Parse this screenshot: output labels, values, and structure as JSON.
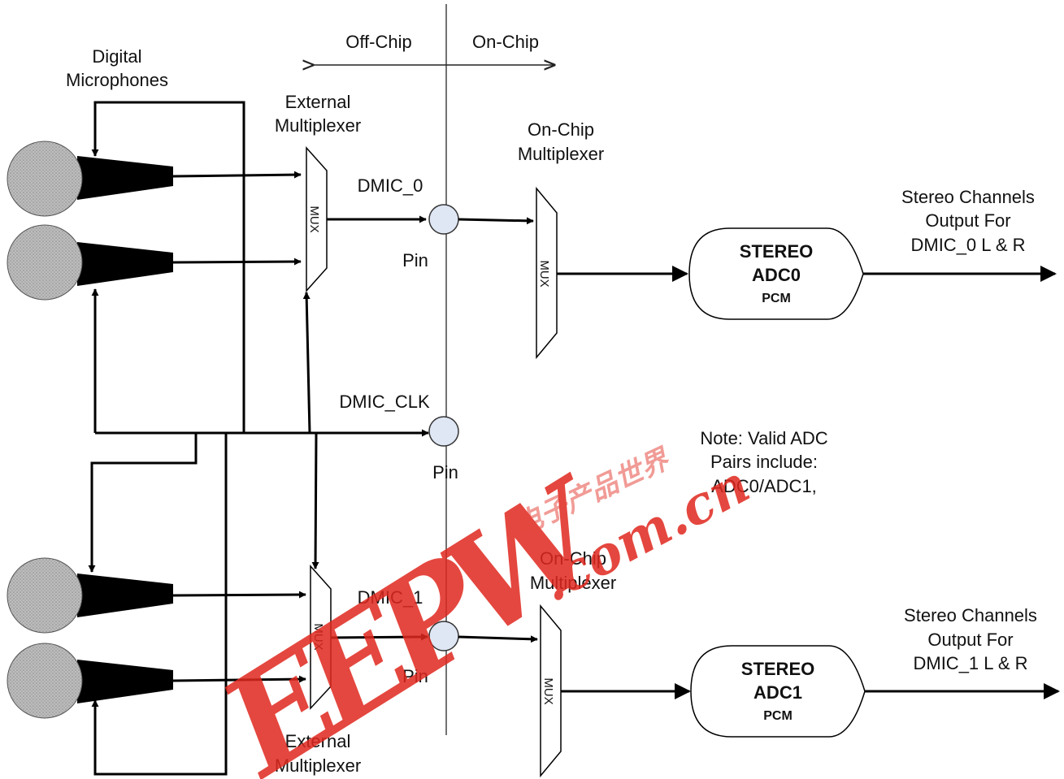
{
  "labels": {
    "digital_mics_1": "Digital",
    "digital_mics_2": "Microphones",
    "off_chip": "Off-Chip",
    "on_chip": "On-Chip",
    "ext_mux_top_1": "External",
    "ext_mux_top_2": "Multiplexer",
    "onchip_mux_top_1": "On-Chip",
    "onchip_mux_top_2": "Multiplexer",
    "dmic0": "DMIC_0",
    "pin0": "Pin",
    "dmic_clk": "DMIC_CLK",
    "pin_clk": "Pin",
    "dmic1": "DMIC_1",
    "pin1": "Pin",
    "onchip_mux_bottom_1": "On-Chip",
    "onchip_mux_bottom_2": "Multiplexer",
    "ext_mux_bottom_1": "External",
    "ext_mux_bottom_2": "Multiplexer",
    "mux": "MUX",
    "out0_1": "Stereo Channels",
    "out0_2": "Output For",
    "out0_3": "DMIC_0 L & R",
    "out1_1": "Stereo Channels",
    "out1_2": "Output For",
    "out1_3": "DMIC_1 L & R",
    "note_1": "Note:  Valid ADC",
    "note_2": "Pairs include:",
    "note_3": "ADC0/ADC1,"
  },
  "adc0": {
    "line1": "STEREO",
    "line2": "ADC0",
    "line3": "PCM"
  },
  "adc1": {
    "line1": "STEREO",
    "line2": "ADC1",
    "line3": "PCM"
  },
  "watermark": {
    "logo": "EEPW",
    "domain": ".com.cn",
    "chinese": "电子产品世界"
  },
  "colors": {
    "mic_head": "#c8c8c8",
    "pin_fill": "#dfe6f4",
    "pin_fill_red": "#e06a6a",
    "watermark": "#e0281e"
  }
}
